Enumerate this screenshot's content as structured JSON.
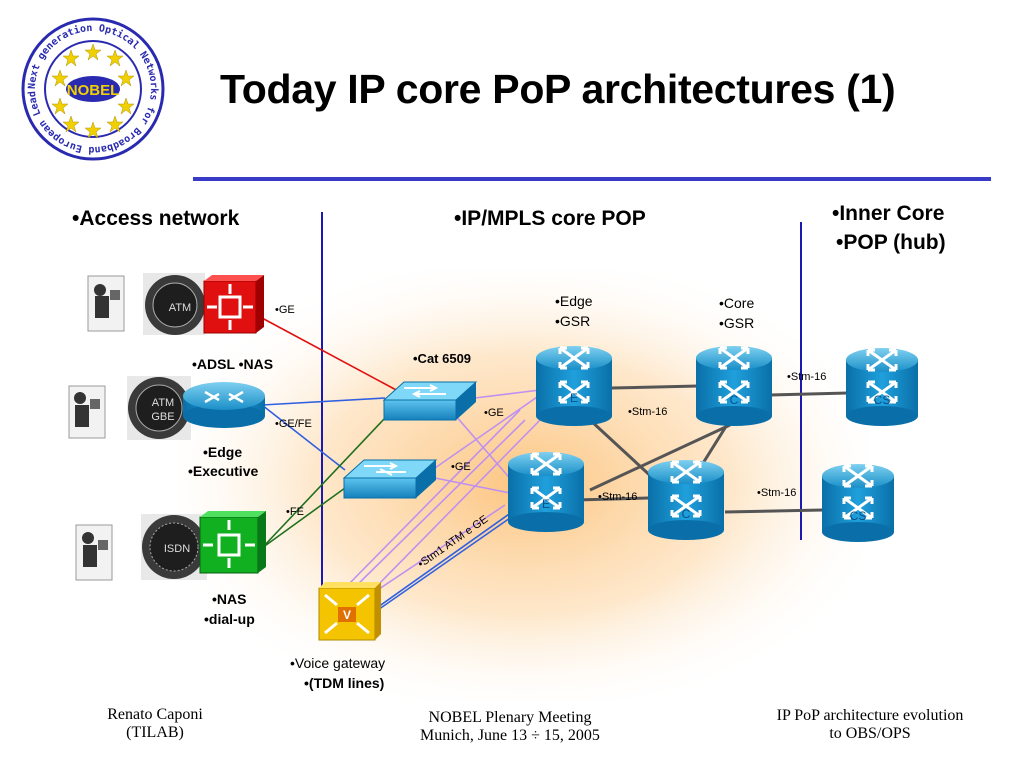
{
  "title": "Today IP core PoP architectures (1)",
  "logo": {
    "center_text": "NOBEL",
    "ring_text": "Next generation Optical Networks for Broadband European Leadership"
  },
  "sections": {
    "access": "•Access network",
    "core": "•IP/MPLS core POP",
    "inner1": "•Inner Core",
    "inner2": "•POP (hub)"
  },
  "devices": {
    "atm_label": "ATM",
    "atm_gbe_label1": "ATM",
    "atm_gbe_label2": "GBE",
    "isdn_label": "ISDN",
    "adsl_nas": "•ADSL •NAS",
    "edge1": "•Edge",
    "edge2": "•Executive",
    "nas1": "•NAS",
    "nas2": "•dial-up",
    "cat": "•Cat 6509",
    "edge_gsr1": "•Edge",
    "edge_gsr2": "•GSR",
    "core_gsr1": "•Core",
    "core_gsr2": "•GSR",
    "voice1": "•Voice gateway",
    "voice2": "•(TDM lines)",
    "voice_icon": "V",
    "router_e1": "E",
    "router_e2": "E",
    "router_c1": "C",
    "router_c2": "C",
    "router_cs1": "CS",
    "router_cs2": "CS"
  },
  "links": {
    "ge1": "•GE",
    "ge_fe": "•GE/FE",
    "fe": "•FE",
    "ge2": "•GE",
    "ge3": "•GE",
    "stm1_atm": "•Stm1 ATM e GE",
    "stm16_a": "•Stm-16",
    "stm16_b": "•Stm-16",
    "stm16_c": "•Stm-16",
    "stm16_d": "•Stm-16"
  },
  "footer": {
    "left1": "Renato Caponi",
    "left2": "(TILAB)",
    "center1": "NOBEL Plenary Meeting",
    "center2": "Munich, June  13  ÷ 15, 2005",
    "right1": "IP PoP architecture evolution",
    "right2": "to OBS/OPS"
  },
  "colors": {
    "rule": "#3a3ac8",
    "router_blue": "#1a8fc8",
    "atm_red": "#e01010",
    "isdn_green": "#10b020",
    "voice_yellow": "#f5c400",
    "glow": "#fcc27a"
  }
}
